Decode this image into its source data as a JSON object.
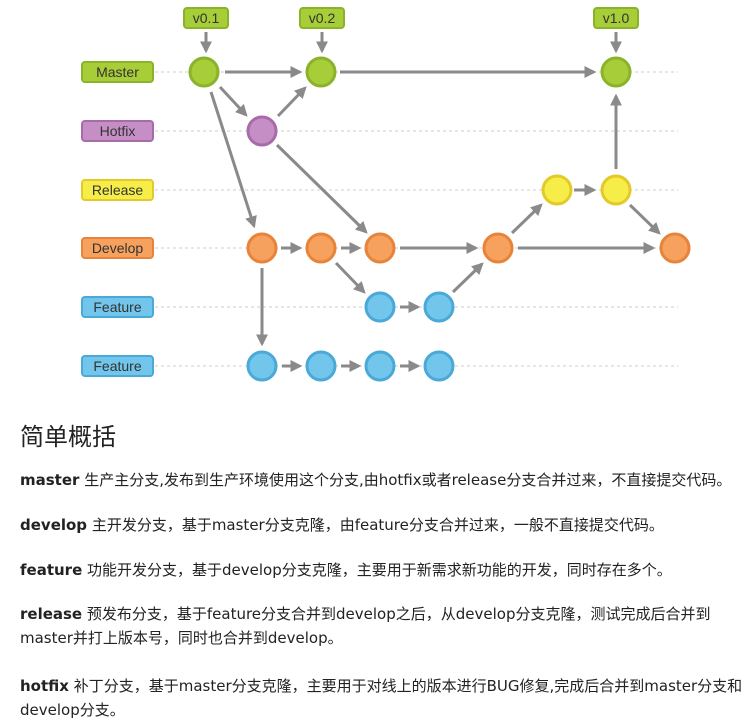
{
  "diagram": {
    "tags": [
      {
        "id": "v01",
        "label": "v0.1"
      },
      {
        "id": "v02",
        "label": "v0.2"
      },
      {
        "id": "v10",
        "label": "v1.0"
      }
    ],
    "lanes": [
      {
        "id": "master",
        "label": "Master"
      },
      {
        "id": "hotfix",
        "label": "Hotfix"
      },
      {
        "id": "release",
        "label": "Release"
      },
      {
        "id": "develop",
        "label": "Develop"
      },
      {
        "id": "feature1",
        "label": "Feature"
      },
      {
        "id": "feature2",
        "label": "Feature"
      }
    ],
    "colors": {
      "master_fill": "#a7cd38",
      "master_stroke": "#8ab32a",
      "hotfix_fill": "#c58fc6",
      "hotfix_stroke": "#a86ba9",
      "release_fill": "#f6ed49",
      "release_stroke": "#e3c92a",
      "develop_fill": "#f7a15f",
      "develop_stroke": "#e8843a",
      "feature_fill": "#72c6ec",
      "feature_stroke": "#4aa9d6",
      "arrow": "#8a8a8a",
      "guide": "#cccccc"
    }
  },
  "summary": {
    "title": "简单概括",
    "items": [
      {
        "term": "master",
        "desc": " 生产主分支,发布到生产环境使用这个分支,由hotfix或者release分支合并过来，不直接提交代码。"
      },
      {
        "term": "develop",
        "desc": " 主开发分支，基于master分支克隆，由feature分支合并过来，一般不直接提交代码。"
      },
      {
        "term": "feature",
        "desc": " 功能开发分支，基于develop分支克隆，主要用于新需求新功能的开发，同时存在多个。"
      },
      {
        "term": "release",
        "desc": " 预发布分支，基于feature分支合并到develop之后，从develop分支克隆，测试完成后合并到master并打上版本号，同时也合并到develop。"
      },
      {
        "term": "hotfix",
        "desc": " 补丁分支，基于master分支克隆，主要用于对线上的版本进行BUG修复,完成后合并到master分支和develop分支。"
      }
    ]
  }
}
